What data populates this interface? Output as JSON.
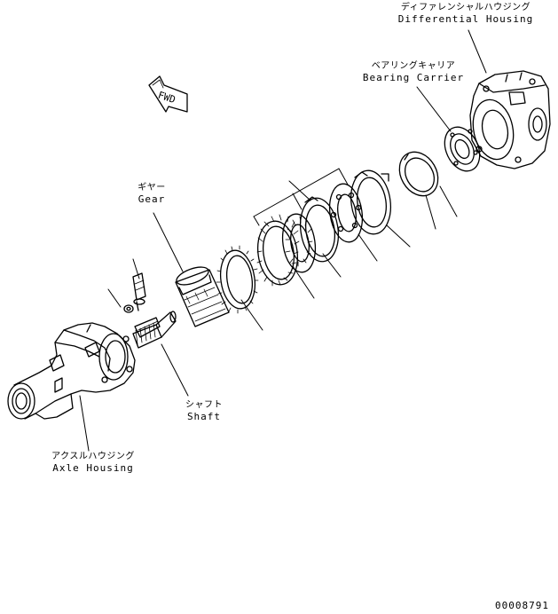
{
  "labels": {
    "differential_housing": {
      "jp": "ディファレンシャルハウジング",
      "en": "Differential Housing"
    },
    "bearing_carrier": {
      "jp": "ベアリングキャリア",
      "en": "Bearing Carrier"
    },
    "gear": {
      "jp": "ギヤー",
      "en": "Gear"
    },
    "shaft": {
      "jp": "シャフト",
      "en": "Shaft"
    },
    "axle_housing": {
      "jp": "アクスルハウジング",
      "en": "Axle Housing"
    },
    "fwd": "FWD",
    "drawing_number": "00008791"
  },
  "colors": {
    "ink": "#000000",
    "paper": "#ffffff"
  }
}
